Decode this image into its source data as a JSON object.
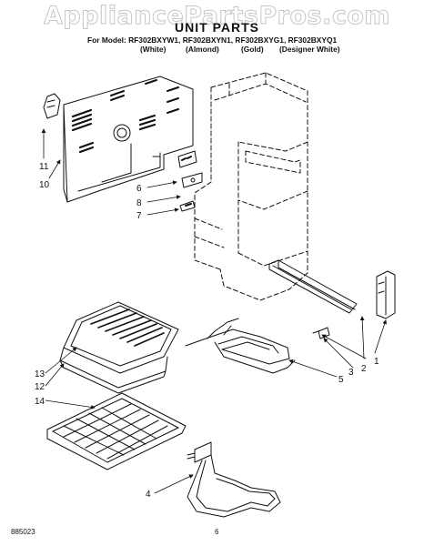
{
  "watermark": "AppliancePartsPros.com",
  "title": "UNIT PARTS",
  "models_line": "For Model: RF302BXYW1, RF302BXYN1, RF302BXYG1, RF302BXYQ1",
  "variants": [
    "(White)",
    "(Almond)",
    "(Gold)",
    "(Designer White)"
  ],
  "callouts": [
    "11",
    "10",
    "6",
    "8",
    "7",
    "3",
    "2",
    "1",
    "5",
    "13",
    "12",
    "14",
    "4"
  ],
  "footer": {
    "doc_number": "885023",
    "page": "6"
  }
}
